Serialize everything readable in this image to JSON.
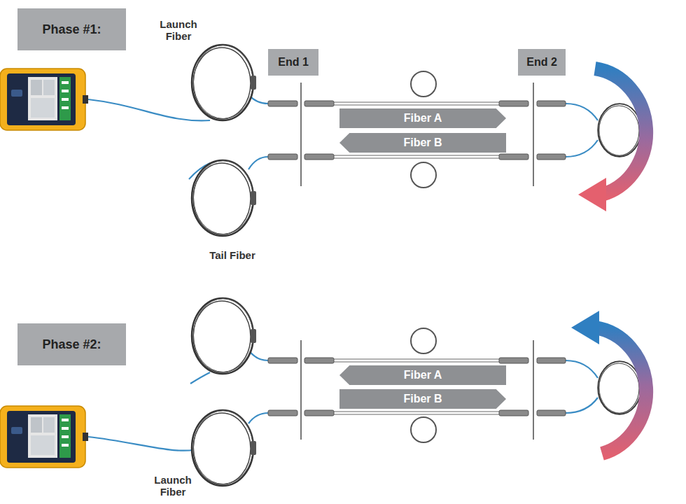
{
  "diagram": {
    "nodes": [
      {
        "text": [
          "Phase #1:"
        ]
      },
      {
        "text": [
          "End 1"
        ]
      },
      {
        "text": [
          "End 2"
        ]
      },
      {
        "text": [
          "Fiber A"
        ]
      },
      {
        "text": [
          "Fiber B"
        ]
      },
      {
        "text": [
          "Phase #2:"
        ]
      },
      {
        "text": [
          "Fiber A"
        ]
      },
      {
        "text": [
          "Fiber B"
        ]
      }
    ],
    "labels": [
      "Launch Fiber",
      "Tail Fiber",
      "Launch Fiber"
    ]
  }
}
